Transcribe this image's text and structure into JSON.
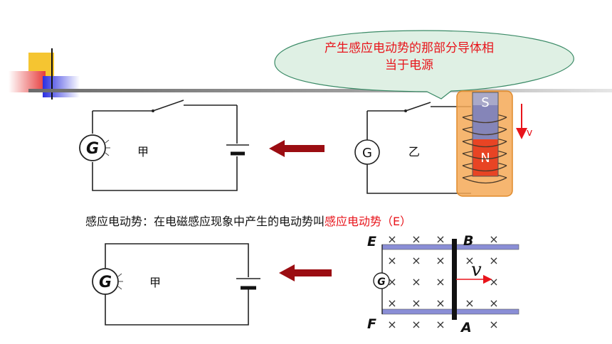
{
  "callout": {
    "line1": "产生感应电动势的那部分导体相",
    "line2": "当于电源"
  },
  "top_left_circuit": {
    "galvanometer": "G",
    "label": "甲"
  },
  "top_right_circuit": {
    "galvanometer": "G",
    "label": "乙",
    "magnet_top": "S",
    "magnet_bottom": "N",
    "velocity": "v"
  },
  "definition": {
    "prefix": "感应电动势：在电磁感应现象中产生的电动势叫",
    "term": "感应电动势（E）"
  },
  "bottom_left_circuit": {
    "galvanometer": "G",
    "label": "甲"
  },
  "bottom_right_circuit": {
    "galvanometer": "G",
    "point_e": "E",
    "point_f": "F",
    "point_b": "B",
    "point_a": "A",
    "velocity": "v",
    "field_symbol": "×"
  },
  "colors": {
    "red_text": "#e8141b",
    "arrow": "#9b0d12",
    "rail": "#8a8ed6",
    "bubble": "#dff0e4",
    "bubble_border": "#3a8a66",
    "magnet_south": "#8585b8",
    "magnet_north": "#e84424",
    "highlight": "#f4a957"
  }
}
